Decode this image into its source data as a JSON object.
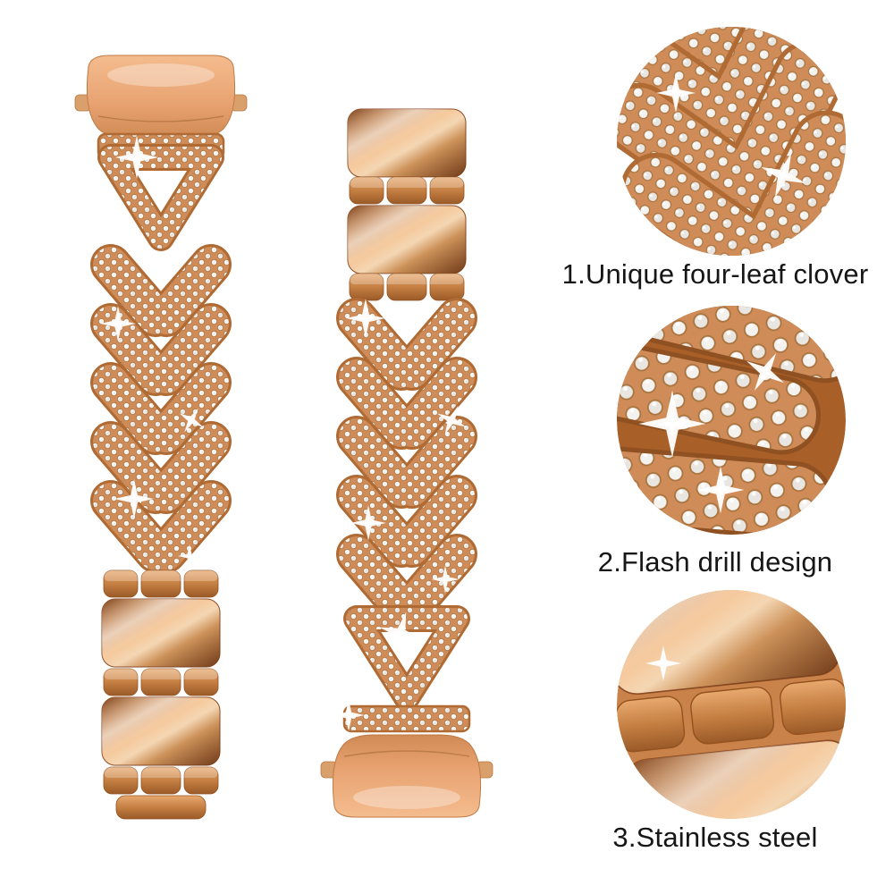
{
  "page": {
    "background": "#ffffff",
    "type": "product-photo"
  },
  "product": {
    "description": "Rose gold rhinestone chevron watch band shown front and back with three zoom detail circles",
    "captions": {
      "feature_1": "1.Unique four-leaf clover",
      "feature_2": "2.Flash drill design",
      "feature_3": "3.Stainless steel"
    },
    "colors": {
      "rose_gold": "#d88c4f",
      "rose_gold_dark": "#a85d2b",
      "rose_gold_light": "#f7c79b",
      "rhinestone_silver": "#f2efec",
      "caption_text": "#161616",
      "background": "#ffffff"
    }
  }
}
